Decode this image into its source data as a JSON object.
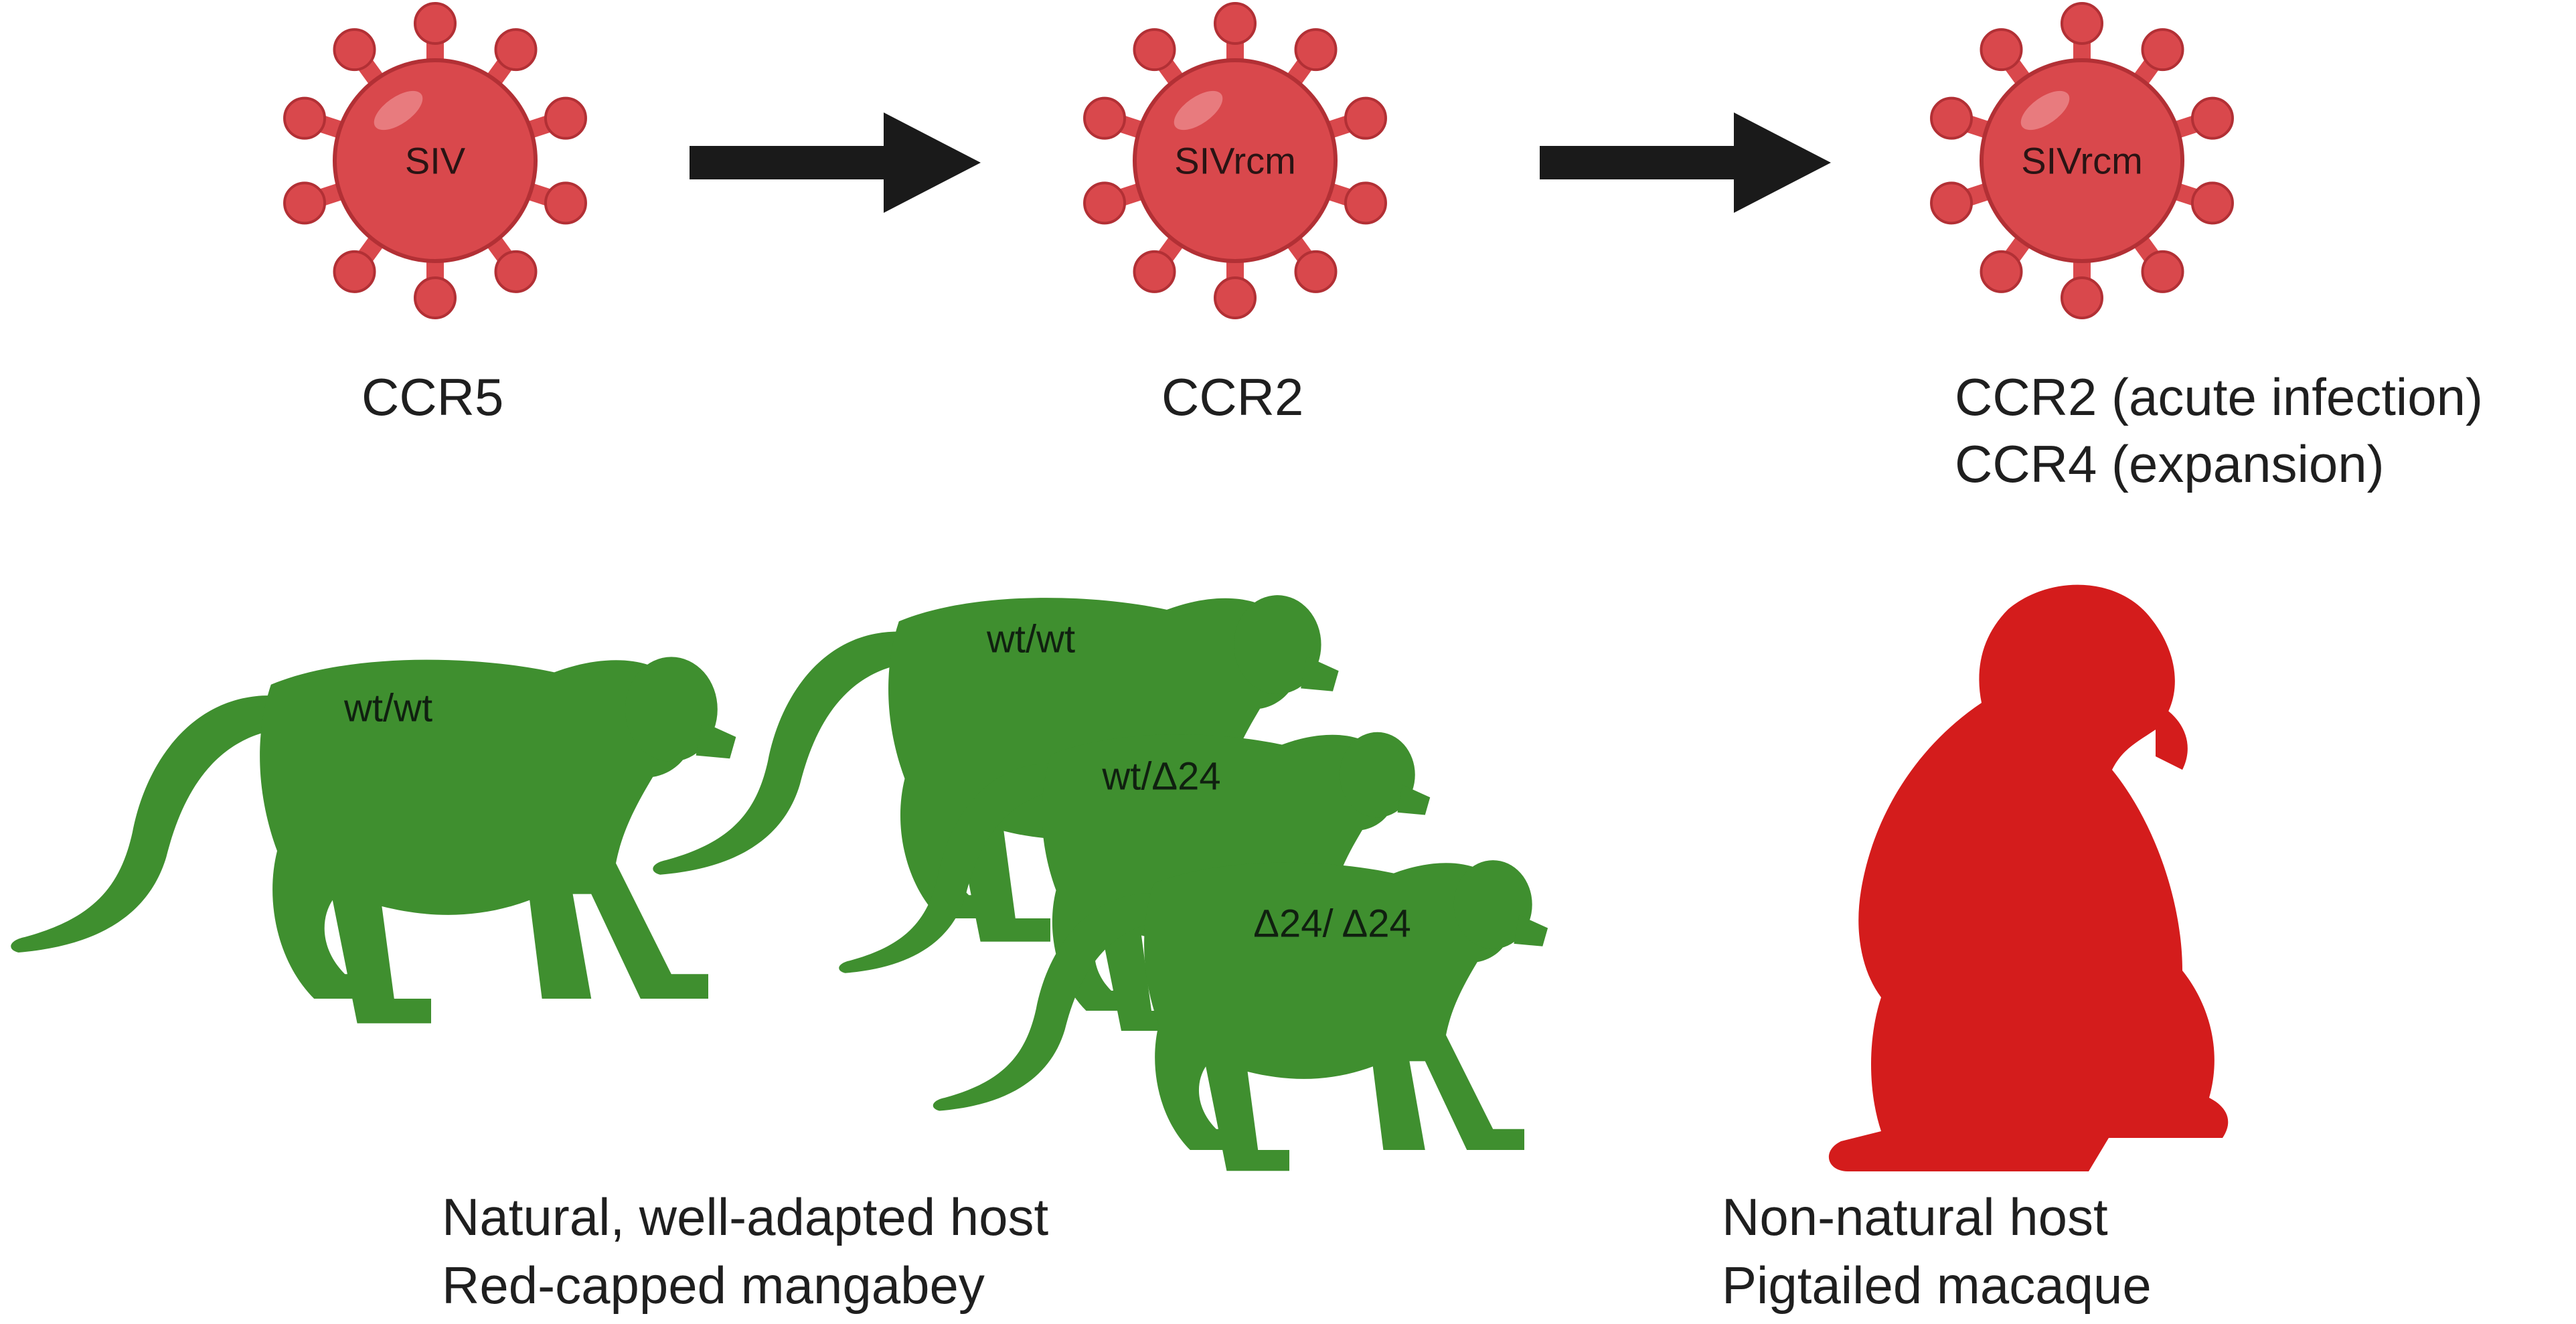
{
  "colors": {
    "virus_body": "#d9484c",
    "virus_outline": "#b23035",
    "arrow": "#1a1a1a",
    "natural_host": "#3f8f2f",
    "nonnatural_host": "#d41c1c"
  },
  "viruses": [
    {
      "label": "SIV",
      "receptor": "CCR5"
    },
    {
      "label": "SIVrcm",
      "receptor": "CCR2"
    },
    {
      "label": "SIVrcm",
      "receptor_lines": [
        "CCR2 (acute infection)",
        "CCR4 (expansion)"
      ]
    }
  ],
  "arrows": [
    {
      "from": 0,
      "to": 1
    },
    {
      "from": 1,
      "to": 2
    }
  ],
  "natural_hosts": [
    {
      "genotype": "wt/wt"
    },
    {
      "genotype": "wt/wt"
    },
    {
      "genotype": "wt/Δ24"
    },
    {
      "genotype": "Δ24/ Δ24"
    }
  ],
  "captions": {
    "natural": [
      "Natural, well-adapted host",
      "Red-capped mangabey"
    ],
    "nonnatural": [
      "Non-natural host",
      "Pigtailed  macaque"
    ]
  }
}
